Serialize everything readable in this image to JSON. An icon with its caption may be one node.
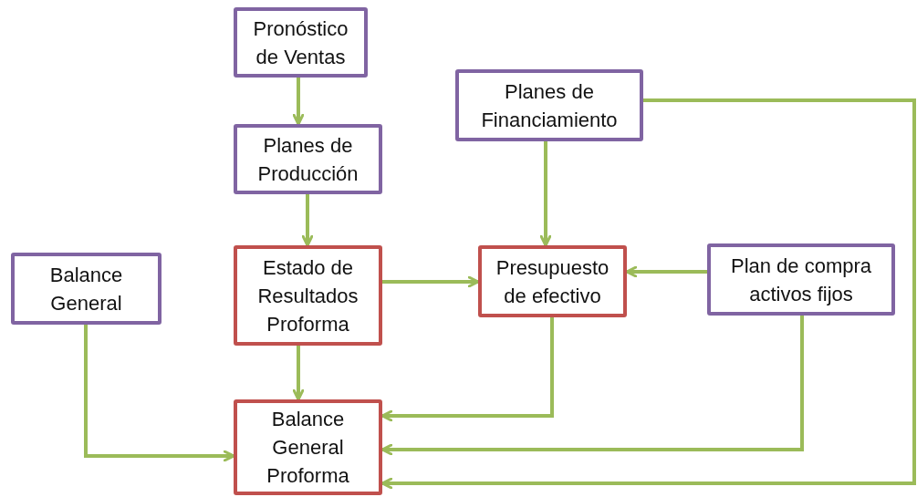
{
  "diagram": {
    "nodes": [
      {
        "text": [
          "Pronóstico de Ventas"
        ]
      },
      {
        "text": [
          "Planes de Producción"
        ]
      },
      {
        "text": [
          "Planes de Financiamiento"
        ]
      },
      {
        "text": [
          "Balance General"
        ]
      },
      {
        "text": [
          "Estado de Resultados Proforma"
        ]
      },
      {
        "text": [
          "Presupuesto de efectivo"
        ]
      },
      {
        "text": [
          "Plan de compra activos fijos"
        ]
      },
      {
        "text": [
          "Balance General Proforma"
        ]
      }
    ],
    "edges": [
      {
        "from": 0,
        "to": 1,
        "arrow": "to"
      },
      {
        "from": 1,
        "to": 4,
        "arrow": "to"
      },
      {
        "from": 2,
        "to": 5,
        "arrow": "to"
      },
      {
        "from": 4,
        "to": 5,
        "arrow": "to"
      },
      {
        "from": 6,
        "to": 5,
        "arrow": "to"
      },
      {
        "from": 4,
        "to": 7,
        "arrow": "to"
      },
      {
        "from": 3,
        "to": 7,
        "arrow": "to"
      },
      {
        "from": 5,
        "to": 7,
        "arrow": "to"
      },
      {
        "from": 6,
        "to": 7,
        "arrow": "to"
      },
      {
        "from": 2,
        "to": 7,
        "arrow": "to"
      }
    ]
  }
}
